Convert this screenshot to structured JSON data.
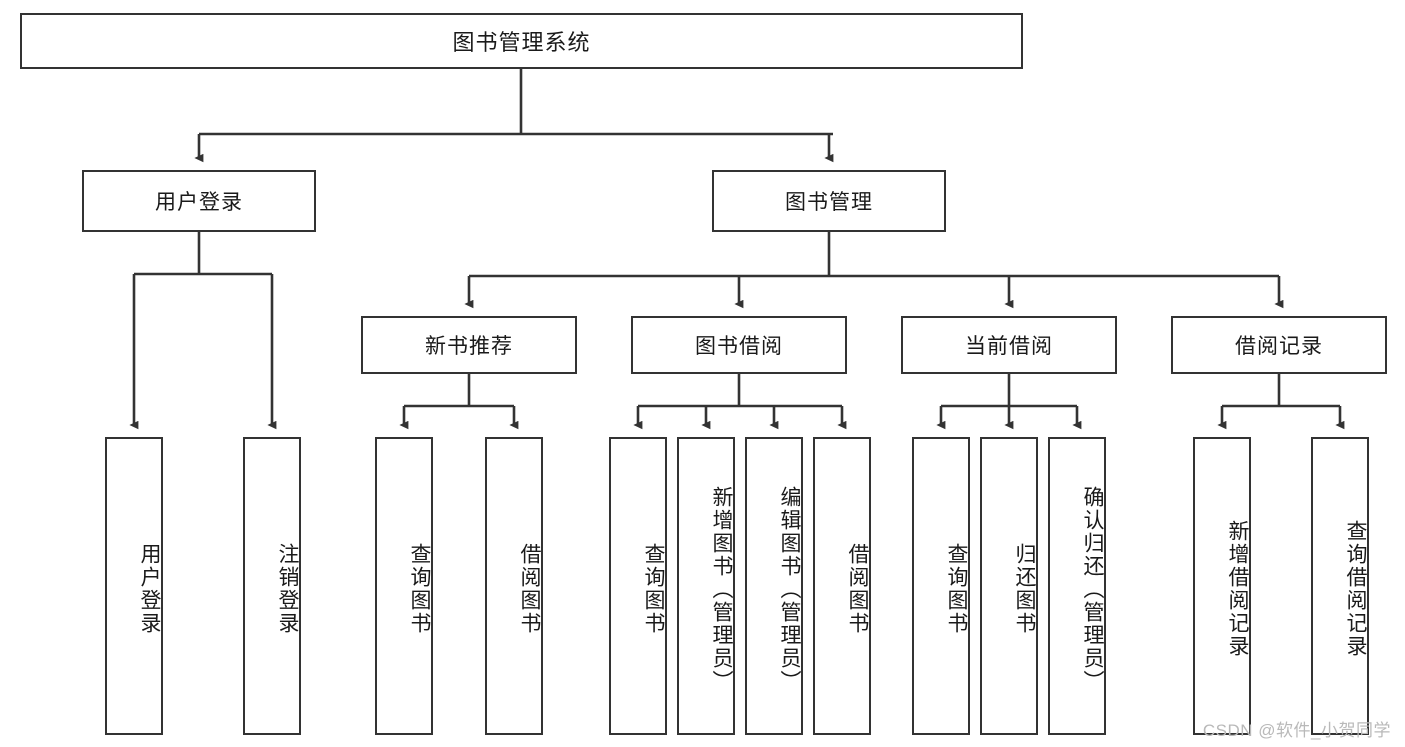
{
  "diagram": {
    "title": "图书管理系统",
    "type": "tree-hierarchy-chart",
    "watermark": "CSDN @软件_小贺同学",
    "colors": {
      "box_border": "#333333",
      "box_fill": "#ffffff",
      "edge": "#333333",
      "text": "#1a1a1a",
      "background": "#ffffff",
      "watermark": "#b9b9b9"
    },
    "root": {
      "label": "图书管理系统"
    },
    "level2": [
      {
        "id": "user-login",
        "label": "用户登录"
      },
      {
        "id": "book-manage",
        "label": "图书管理"
      }
    ],
    "level3": [
      {
        "id": "new-book-recommend",
        "label": "新书推荐"
      },
      {
        "id": "book-borrow",
        "label": "图书借阅"
      },
      {
        "id": "current-borrow",
        "label": "当前借阅"
      },
      {
        "id": "borrow-record",
        "label": "借阅记录"
      }
    ],
    "leaves": {
      "user_login": [
        {
          "id": "leaf-user-login",
          "label": "用户登录"
        },
        {
          "id": "leaf-logout-login",
          "label": "注销登录"
        }
      ],
      "new_book_recommend": [
        {
          "id": "leaf-query-book-1",
          "label": "查询图书"
        },
        {
          "id": "leaf-borrow-book-1",
          "label": "借阅图书"
        }
      ],
      "book_borrow": [
        {
          "id": "leaf-query-book-2",
          "label": "查询图书"
        },
        {
          "id": "leaf-add-book",
          "label": "新增图书（管理员）"
        },
        {
          "id": "leaf-edit-book",
          "label": "编辑图书（管理员）"
        },
        {
          "id": "leaf-borrow-book-2",
          "label": "借阅图书"
        }
      ],
      "current_borrow": [
        {
          "id": "leaf-query-book-3",
          "label": "查询图书"
        },
        {
          "id": "leaf-return-book",
          "label": "归还图书"
        },
        {
          "id": "leaf-confirm-return",
          "label": "确认归还（管理员）"
        }
      ],
      "borrow_record": [
        {
          "id": "leaf-add-borrow-record",
          "label": "新增借阅记录"
        },
        {
          "id": "leaf-query-borrow-record",
          "label": "查询借阅记录"
        }
      ]
    }
  }
}
